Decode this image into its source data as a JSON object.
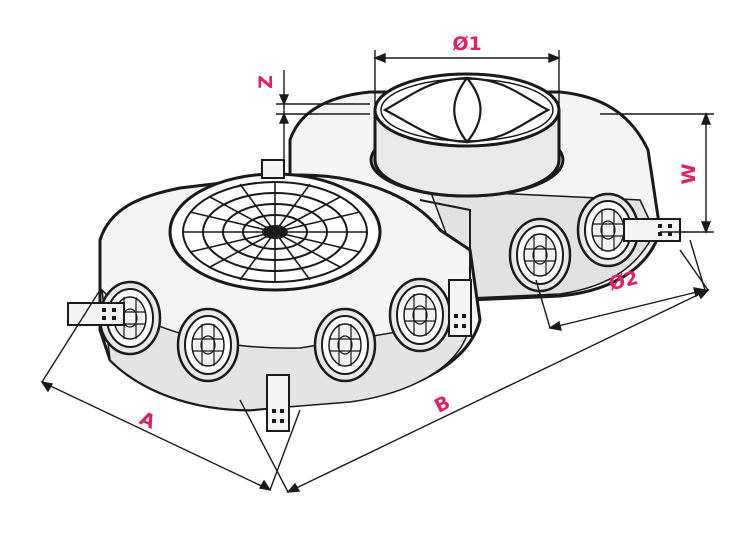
{
  "dimensions": {
    "d1": "Ø1",
    "z": "Z",
    "w": "W",
    "d2": "Ø2",
    "a": "A",
    "b": "B"
  },
  "colors": {
    "label": "#e0206a",
    "line": "#1a1a1a",
    "body_fill": "#f4f4f4",
    "shade": "#d8d8d8"
  }
}
